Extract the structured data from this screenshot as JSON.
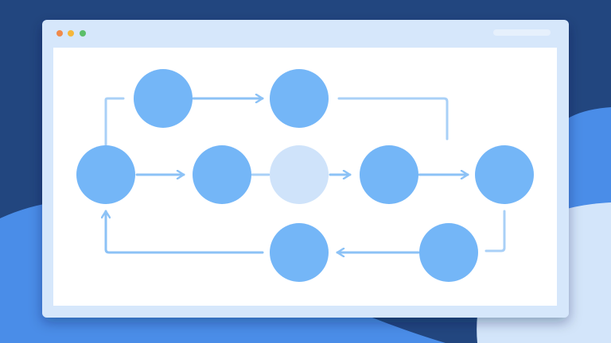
{
  "colors": {
    "background": "#22467f",
    "accent_blob": "#4a8de8",
    "light_blob": "#d3e5fa",
    "window_frame": "#d6e7fb",
    "content": "#ffffff",
    "node": "#74b6f7",
    "node_highlight": "#cfe3fa",
    "edge": "#a9d0f7",
    "dot_close": "#f08a4b",
    "dot_minimize": "#f5b73b",
    "dot_maximize": "#5cbf6a"
  },
  "window": {
    "controls": [
      "close",
      "minimize",
      "maximize"
    ],
    "has_address_bar": true
  },
  "diagram": {
    "nodes": [
      "start",
      "top-1",
      "top-2",
      "mid-1",
      "mid-2-highlighted",
      "mid-3",
      "end",
      "bottom-1",
      "bottom-2"
    ]
  }
}
